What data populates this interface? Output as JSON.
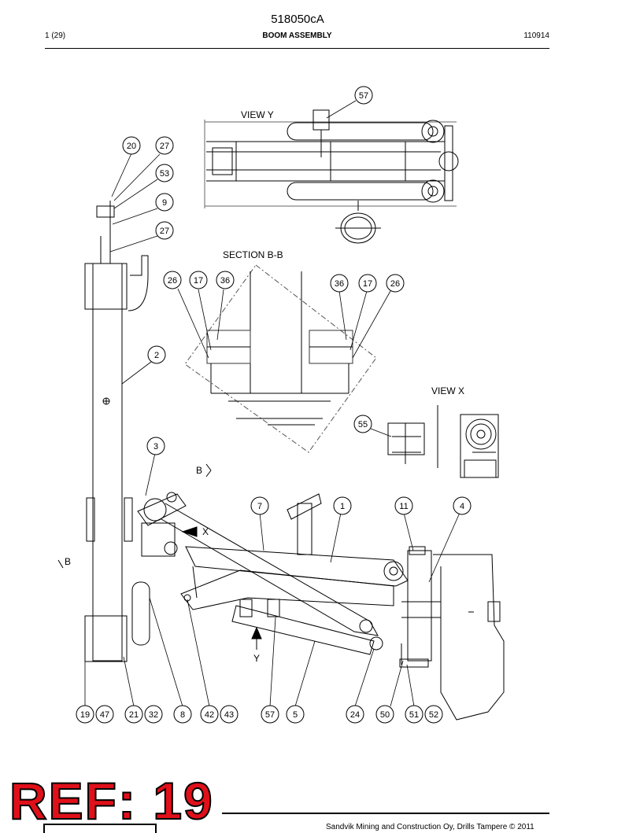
{
  "header": {
    "doc_number": "518050cA",
    "page": "1 (29)",
    "title": "BOOM ASSEMBLY",
    "date_code": "110914"
  },
  "views": {
    "view_y": "VIEW Y",
    "section_bb": "SECTION  B-B",
    "view_x": "VIEW X",
    "marker_b": "B",
    "marker_x": "X",
    "marker_y": "Y"
  },
  "callouts": [
    "57",
    "20",
    "27",
    "53",
    "9",
    "27",
    "26",
    "17",
    "36",
    "36",
    "17",
    "26",
    "2",
    "55",
    "3",
    "7",
    "1",
    "11",
    "4",
    "19",
    "47",
    "21",
    "32",
    "8",
    "42",
    "43",
    "57",
    "5",
    "24",
    "50",
    "51",
    "52"
  ],
  "ref_stamp": "REF: 19",
  "footer": {
    "copyright": "Sandvik Mining and Construction Oy, Drills Tampere © 2011"
  }
}
